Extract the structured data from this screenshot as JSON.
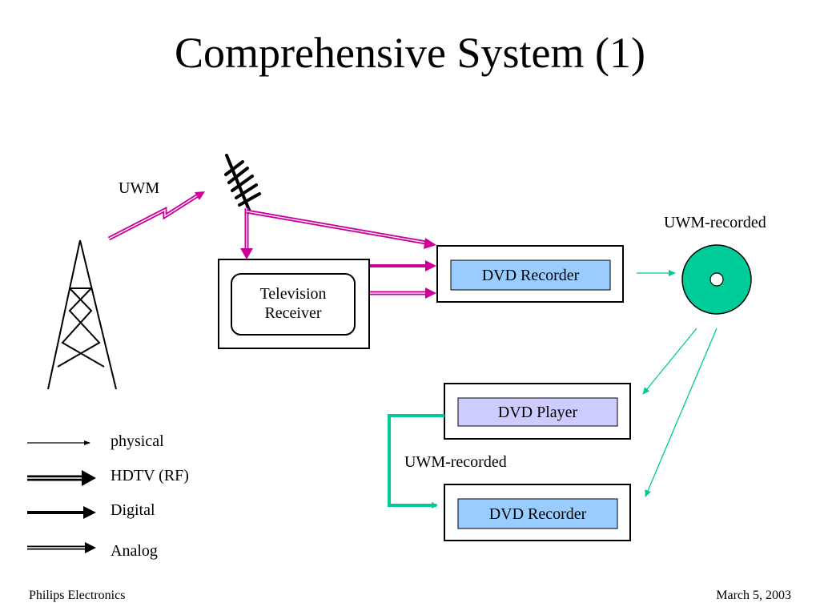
{
  "title": "Comprehensive System (1)",
  "labels": {
    "uwm": "UWM",
    "uwm_recorded_top": "UWM-recorded",
    "uwm_recorded_bottom": "UWM-recorded"
  },
  "boxes": {
    "television_receiver_line1": "Television",
    "television_receiver_line2": "Receiver",
    "dvd_recorder_top": "DVD Recorder",
    "dvd_player": "DVD Player",
    "dvd_recorder_bottom": "DVD Recorder"
  },
  "legend": [
    {
      "key": "physical",
      "label": "physical"
    },
    {
      "key": "hdtv",
      "label": "HDTV (RF)"
    },
    {
      "key": "digital",
      "label": "Digital"
    },
    {
      "key": "analog",
      "label": "Analog"
    }
  ],
  "footer": {
    "left": "Philips Electronics",
    "right": "March 5, 2003"
  },
  "colors": {
    "magenta": "#cc0099",
    "green": "#00c896",
    "disc": "#00cc99",
    "box_blue": "#99ccff",
    "box_lavender": "#ccccff"
  }
}
